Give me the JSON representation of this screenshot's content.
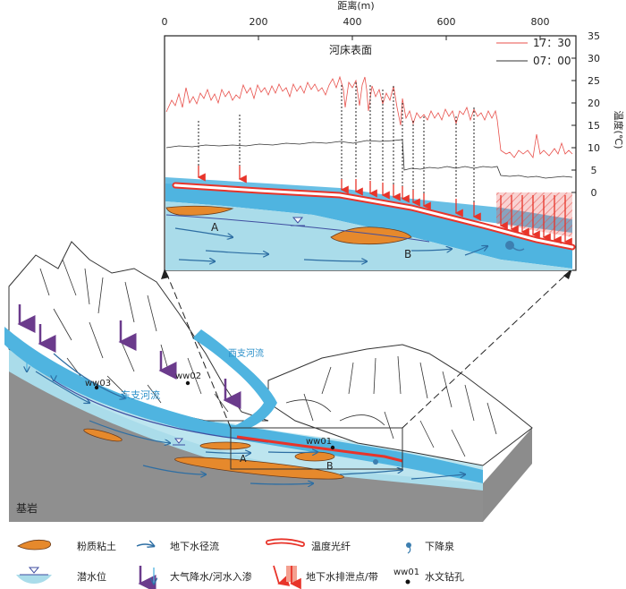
{
  "inset": {
    "x_axis_title": "距离(m)",
    "x_ticks": [
      "0",
      "200",
      "400",
      "600",
      "800"
    ],
    "y_axis_title": "温度(℃)",
    "y_ticks": [
      "35",
      "30",
      "25",
      "20",
      "15",
      "10",
      "5",
      "0"
    ],
    "panel_title": "河床表面",
    "legend": [
      {
        "label": "17：30",
        "color": "#e8504b"
      },
      {
        "label": "07：00",
        "color": "#555555"
      }
    ],
    "label_a": "A",
    "label_b": "B"
  },
  "block": {
    "east_river": "东支河流",
    "west_river": "西支河流",
    "bedrock": "基岩",
    "wells": [
      "ww03",
      "ww02",
      "ww01"
    ],
    "label_a": "A",
    "label_b": "B"
  },
  "legend": {
    "silty_clay": "粉质粘土",
    "groundwater_flow": "地下水径流",
    "fiber": "温度光纤",
    "spring": "下降泉",
    "water_table": "潜水位",
    "infiltration": "大气降水/河水入渗",
    "discharge": "地下水排泄点/带",
    "well_code": "ww01",
    "well": "水文钻孔"
  },
  "colors": {
    "water": "#a9dbe8",
    "river": "#4fb4e0",
    "clay": "#e6892c",
    "fiber": "#e8504b",
    "infiltration": "#6b3b8c"
  }
}
